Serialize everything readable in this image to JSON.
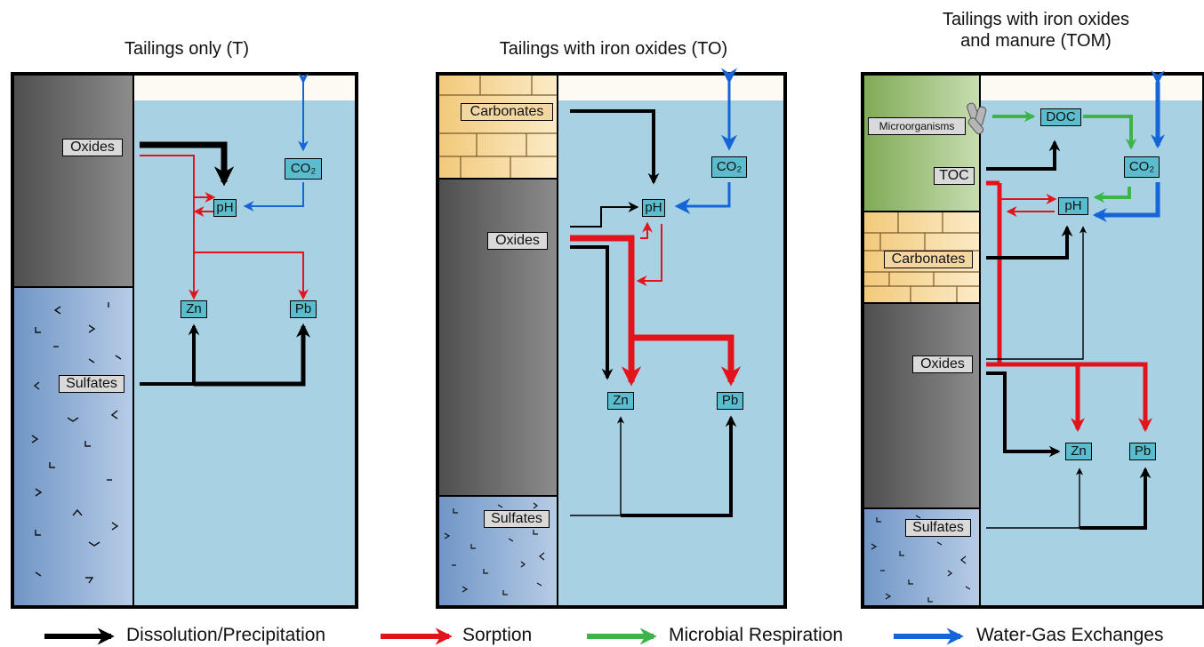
{
  "panels": [
    {
      "title_lines": [
        "Tailings only (T)"
      ],
      "labels": {
        "oxides": "Oxides",
        "sulfates": "Sulfates",
        "ph": "pH",
        "co2": "CO₂",
        "zn": "Zn",
        "pb": "Pb"
      }
    },
    {
      "title_lines": [
        "Tailings with iron oxides (TO)"
      ],
      "labels": {
        "carbonates": "Carbonates",
        "oxides": "Oxides",
        "sulfates": "Sulfates",
        "ph": "pH",
        "co2": "CO₂",
        "zn": "Zn",
        "pb": "Pb"
      }
    },
    {
      "title_lines": [
        "Tailings with iron oxides",
        "and manure (TOM)"
      ],
      "labels": {
        "microorganisms": "Microorganisms",
        "toc": "TOC",
        "doc": "DOC",
        "carbonates": "Carbonates",
        "oxides": "Oxides",
        "sulfates": "Sulfates",
        "ph": "pH",
        "co2": "CO₂",
        "zn": "Zn",
        "pb": "Pb"
      }
    }
  ],
  "legend": [
    {
      "label": "Dissolution/Precipitation",
      "color": "#000000"
    },
    {
      "label": "Sorption",
      "color": "#e3131b"
    },
    {
      "label": "Microbial Respiration",
      "color": "#3cb44a"
    },
    {
      "label": "Water-Gas Exchanges",
      "color": "#1564d8"
    }
  ],
  "colors": {
    "water": "#a8d2e3",
    "air": "#fdfaf1",
    "oxides": "#6f6f6f",
    "sulfates": "#8fb0d6",
    "carbonates": "#f2d49a",
    "manure": "#8fb86a"
  }
}
